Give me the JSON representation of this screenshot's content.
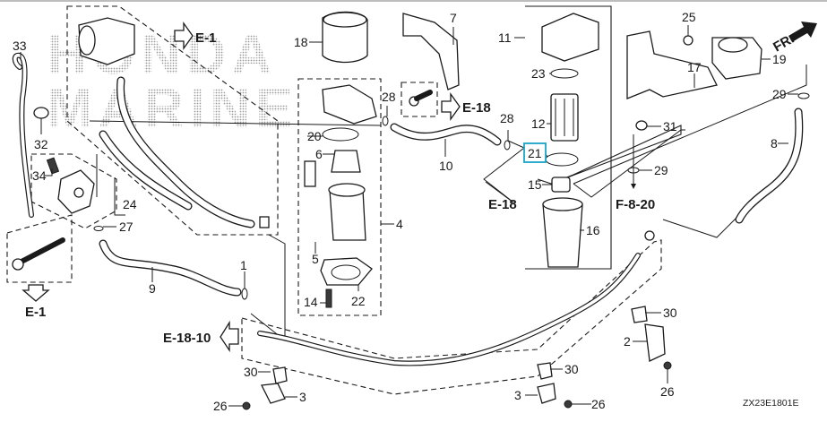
{
  "diagram": {
    "title": "Honda Marine outboard fuel filter / vapor separator parts diagram",
    "watermark": {
      "line1": "HONDA",
      "line2": "MARINE"
    },
    "diagram_code": "ZX23E1801E",
    "direction_indicator": {
      "label": "FR.",
      "meaning": "front direction arrow"
    },
    "highlighted_callout": {
      "number": "21",
      "color": "#1aa3c8"
    },
    "section_references": [
      {
        "id": "ref-e1-top",
        "label": "E-1"
      },
      {
        "id": "ref-e1-bottom",
        "label": "E-1"
      },
      {
        "id": "ref-e18-bolt",
        "label": "E-18"
      },
      {
        "id": "ref-e18-hose",
        "label": "E-18"
      },
      {
        "id": "ref-e18-10",
        "label": "E-18-10"
      },
      {
        "id": "ref-f8-20",
        "label": "F-8-20"
      }
    ],
    "callouts": [
      {
        "id": "c33",
        "number": "33"
      },
      {
        "id": "c32",
        "number": "32"
      },
      {
        "id": "c34",
        "number": "34"
      },
      {
        "id": "c24",
        "number": "24"
      },
      {
        "id": "c27",
        "number": "27"
      },
      {
        "id": "c9",
        "number": "9"
      },
      {
        "id": "c1",
        "number": "1"
      },
      {
        "id": "c18",
        "number": "18"
      },
      {
        "id": "c20",
        "number": "20"
      },
      {
        "id": "c6",
        "number": "6"
      },
      {
        "id": "c4",
        "number": "4"
      },
      {
        "id": "c5",
        "number": "5"
      },
      {
        "id": "c22",
        "number": "22"
      },
      {
        "id": "c14",
        "number": "14"
      },
      {
        "id": "c28a",
        "number": "28"
      },
      {
        "id": "c28b",
        "number": "28"
      },
      {
        "id": "c7",
        "number": "7"
      },
      {
        "id": "c10",
        "number": "10"
      },
      {
        "id": "c11",
        "number": "11"
      },
      {
        "id": "c23",
        "number": "23"
      },
      {
        "id": "c12",
        "number": "12"
      },
      {
        "id": "c21",
        "number": "21"
      },
      {
        "id": "c15",
        "number": "15"
      },
      {
        "id": "c16",
        "number": "16"
      },
      {
        "id": "c25",
        "number": "25"
      },
      {
        "id": "c17",
        "number": "17"
      },
      {
        "id": "c19",
        "number": "19"
      },
      {
        "id": "c29a",
        "number": "29"
      },
      {
        "id": "c29b",
        "number": "29"
      },
      {
        "id": "c31",
        "number": "31"
      },
      {
        "id": "c8",
        "number": "8"
      },
      {
        "id": "c30a",
        "number": "30"
      },
      {
        "id": "c30b",
        "number": "30"
      },
      {
        "id": "c30c",
        "number": "30"
      },
      {
        "id": "c3a",
        "number": "3"
      },
      {
        "id": "c3b",
        "number": "3"
      },
      {
        "id": "c26a",
        "number": "26"
      },
      {
        "id": "c26b",
        "number": "26"
      },
      {
        "id": "c26c",
        "number": "26"
      },
      {
        "id": "c2",
        "number": "2"
      }
    ]
  }
}
